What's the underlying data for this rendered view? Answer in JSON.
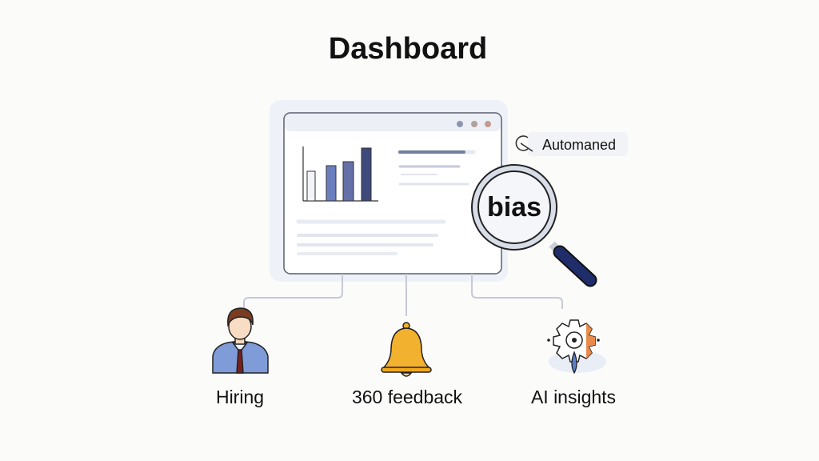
{
  "title": "Dashboard",
  "tag": "Automaned",
  "lens_word": "bias",
  "nodes": [
    {
      "label": "Hiring",
      "icon": "businessman-icon"
    },
    {
      "label": "360 feedback",
      "icon": "bell-icon"
    },
    {
      "label": "AI insights",
      "icon": "gear-icon"
    }
  ],
  "colors": {
    "bar_light": "#6b7fbf",
    "bar_mid": "#6570a8",
    "bar_dark": "#3f4a7c",
    "handle": "#1f2d6b",
    "bell": "#f2b12e"
  }
}
